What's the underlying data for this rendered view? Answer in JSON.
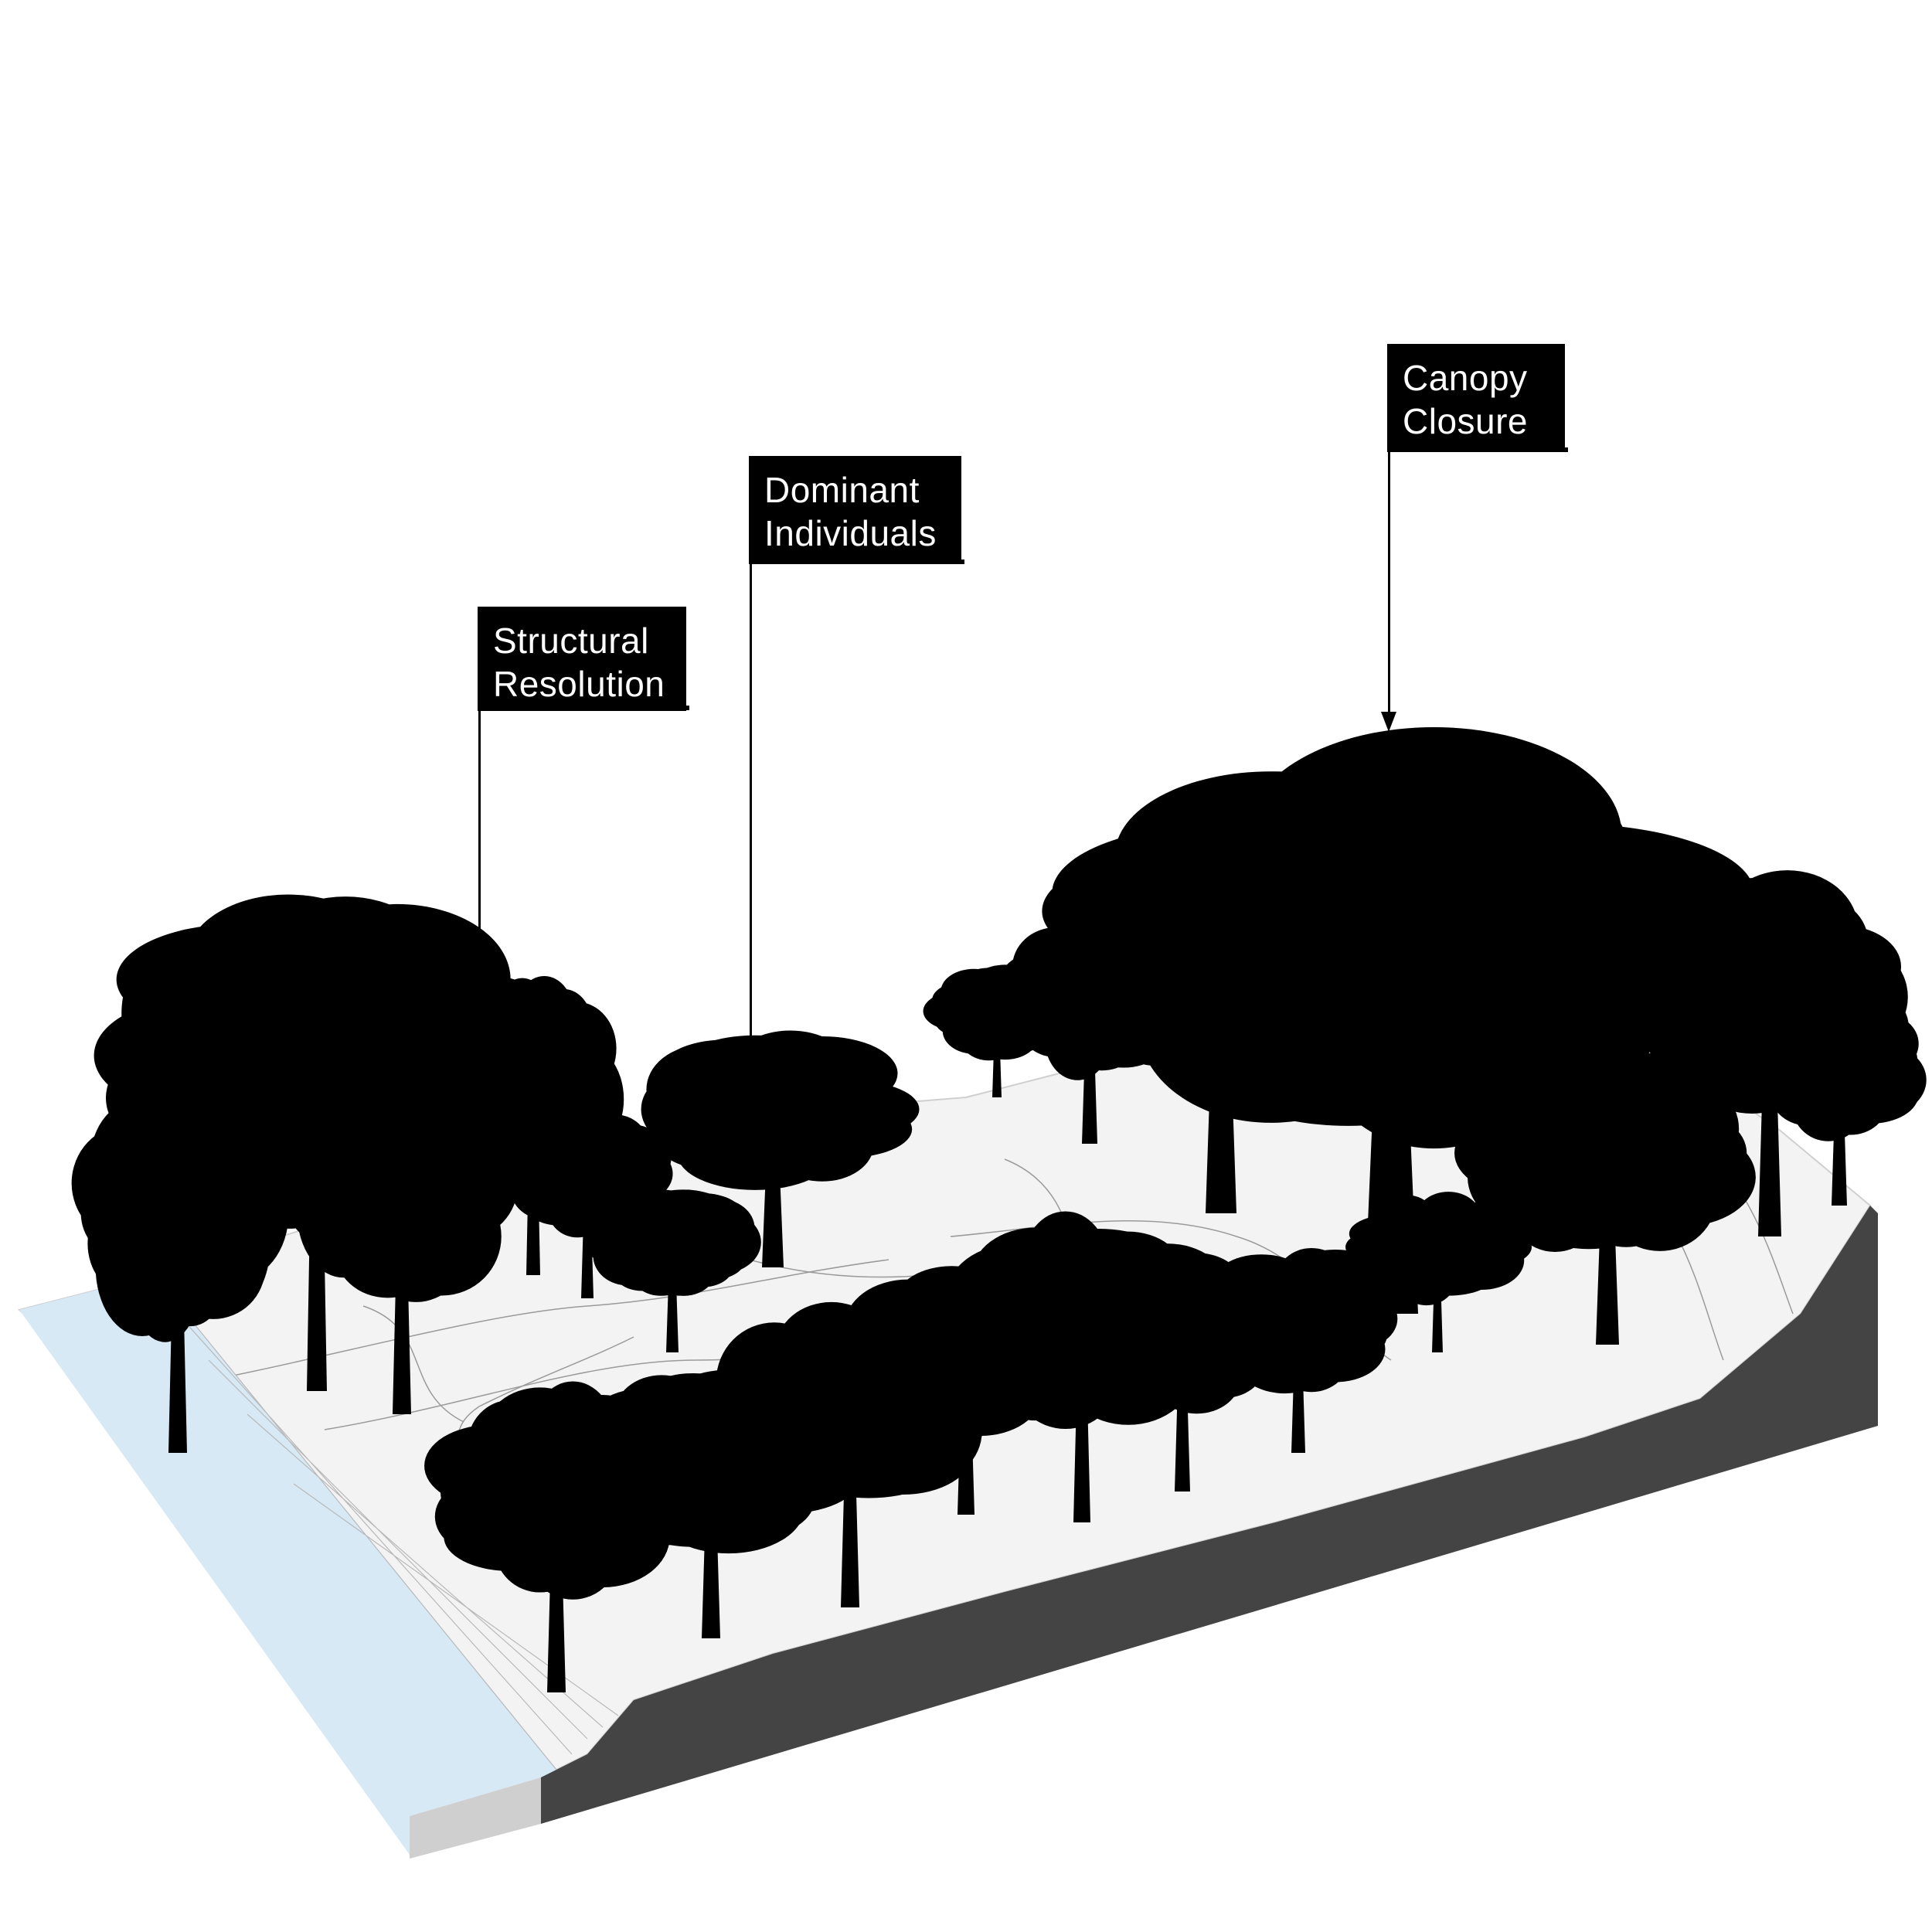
{
  "callouts": [
    {
      "id": "structural-resolution",
      "lines": [
        "Structural",
        "Resolution"
      ]
    },
    {
      "id": "dominant-individuals",
      "lines": [
        "Dominant",
        "Individuals"
      ]
    },
    {
      "id": "canopy-closure",
      "lines": [
        "Canopy",
        "Closure"
      ]
    }
  ],
  "colors": {
    "water": "#d6e9f5",
    "ground": "#f3f3f3",
    "slab_side": "#444444",
    "slab_front": "#cfcfcf",
    "trees": "#000000",
    "label_bg": "#000000",
    "label_text": "#ffffff"
  }
}
